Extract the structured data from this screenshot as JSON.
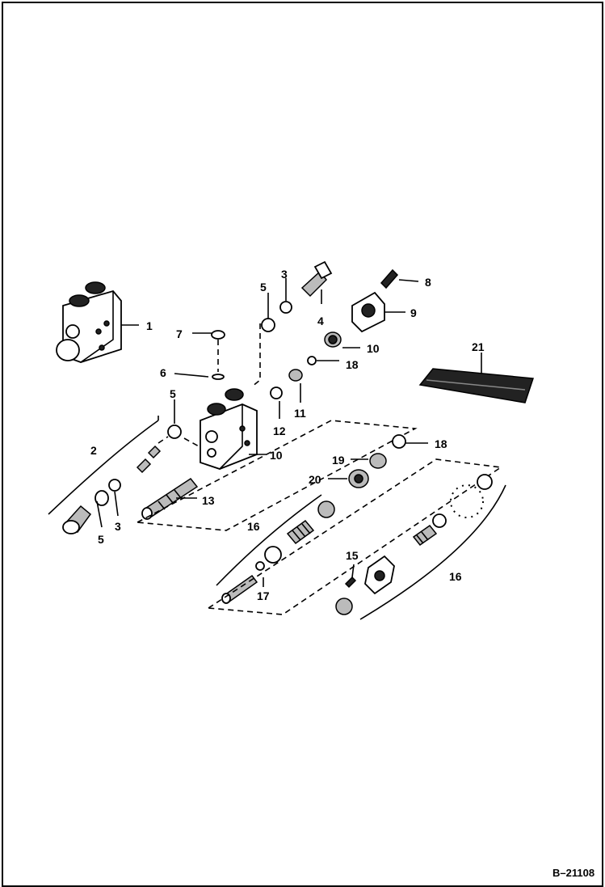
{
  "diagram": {
    "drawing_ref": "B–21108",
    "callouts": {
      "c1": "1",
      "c2": "2",
      "c3a": "3",
      "c3b": "3",
      "c4": "4",
      "c5a": "5",
      "c5b": "5",
      "c5c": "5",
      "c6": "6",
      "c7": "7",
      "c8": "8",
      "c9": "9",
      "c10a": "10",
      "c10b": "10",
      "c11": "11",
      "c12": "12",
      "c13": "13",
      "c15": "15",
      "c16a": "16",
      "c16b": "16",
      "c17": "17",
      "c18a": "18",
      "c18b": "18",
      "c19": "19",
      "c20": "20",
      "c21": "21"
    }
  }
}
